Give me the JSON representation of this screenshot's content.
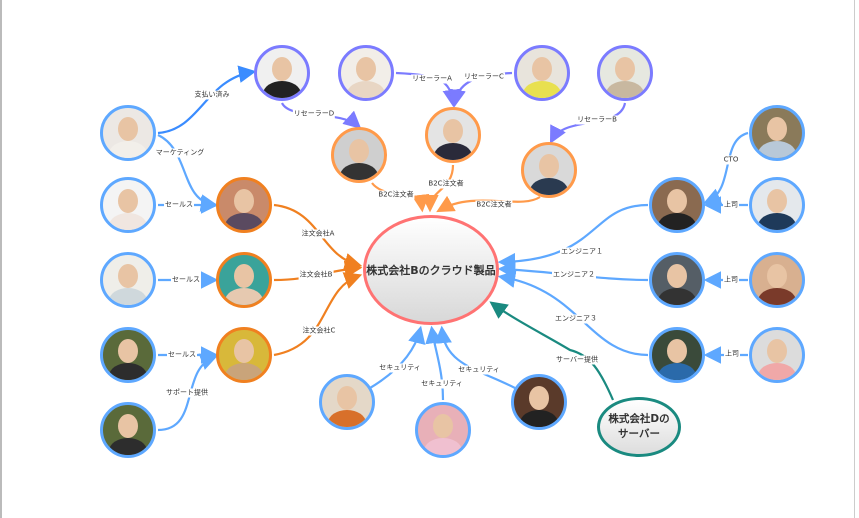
{
  "hub": {
    "label": "株式会社Bのクラウド製品"
  },
  "server": {
    "line1": "株式会社Dの",
    "line2": "サーバー"
  },
  "colors": {
    "blue": "#5ea8ff",
    "orange": "#f08020",
    "light_orange": "#ff9a4a",
    "purple": "#7b7bff",
    "hub_border": "#ff7373",
    "teal": "#1a8a80"
  },
  "edges": {
    "paid": "支払い済み",
    "marketing": "マーケティング",
    "sales1": "セールス",
    "sales2": "セールス",
    "sales3": "セールス",
    "support": "サポート提供",
    "orderA": "注文会社A",
    "orderB": "注文会社B",
    "orderC": "注文会社C",
    "resellerA": "リセーラーA",
    "resellerB": "リセーラーB",
    "resellerC": "リセーラーC",
    "resellerD": "リセーラーD",
    "b2c1": "B2C注文者",
    "b2c2": "B2C注文者",
    "b2c3": "B2C注文者",
    "cto": "CTO",
    "boss1": "上司",
    "boss2": "上司",
    "boss3": "上司",
    "eng1": "エンジニア１",
    "eng2": "エンジニア２",
    "eng3": "エンジニア３",
    "sec1": "セキュリティ",
    "sec2": "セキュリティ",
    "sec3": "セキュリティ",
    "server_provide": "サーバー提供"
  }
}
